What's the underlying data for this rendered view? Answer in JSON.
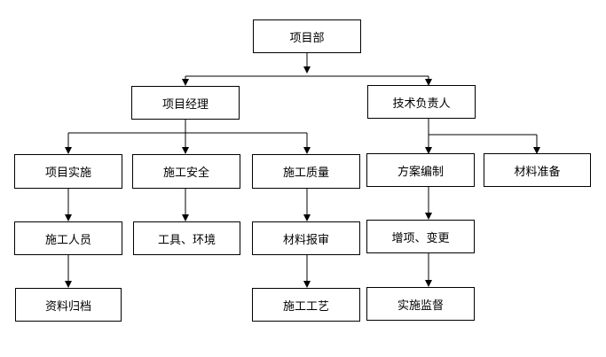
{
  "root": "项目部",
  "manager": "项目经理",
  "tech_lead": "技术负责人",
  "manager_branches": {
    "implementation": "项目实施",
    "safety": "施工安全",
    "quality": "施工质量"
  },
  "tech_branches": {
    "scheme": "方案编制",
    "materials": "材料准备"
  },
  "level3": {
    "staff": "施工人员",
    "tools_env": "工具、环境",
    "material_report": "材料报审",
    "additions_changes": "增项、变更"
  },
  "level4": {
    "archiving": "资料归档",
    "process": "施工工艺",
    "supervision": "实施监督"
  }
}
